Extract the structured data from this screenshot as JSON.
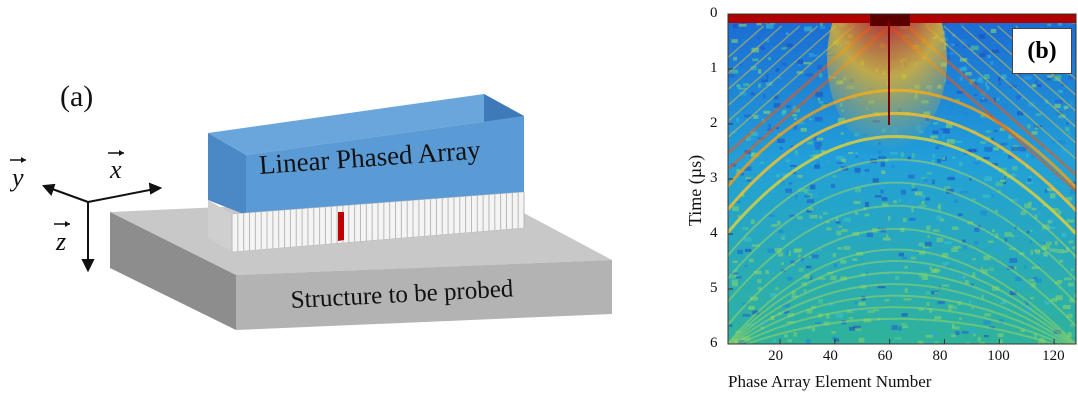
{
  "panel_a": {
    "label": "(a)",
    "array_label": "Linear Phased Array",
    "structure_label": "Structure to be probed",
    "axes": {
      "x": "x",
      "y": "y",
      "z": "z"
    },
    "colors": {
      "array_front": "#5b9bd5",
      "array_top": "#6aa6dc",
      "array_side": "#3f7ab8",
      "plate_top": "#c8c8c8",
      "plate_front": "#b3b3b3",
      "plate_side": "#8d8d8d",
      "highlight_element": "#c00000"
    }
  },
  "panel_b": {
    "label": "(b)",
    "xlabel": "Phase Array Element Number",
    "ylabel": "Time (µs)",
    "xticks": [
      "20",
      "40",
      "60",
      "80",
      "100",
      "120"
    ],
    "yticks": [
      "0",
      "1",
      "2",
      "3",
      "4",
      "5",
      "6"
    ]
  },
  "chart_data": {
    "type": "heatmap",
    "xlabel": "Phase Array Element Number",
    "ylabel": "Time (µs)",
    "xlim": [
      1,
      128
    ],
    "ylim": [
      0,
      6
    ],
    "y_inverted": true,
    "colormap": "jet",
    "xticks": [
      20,
      40,
      60,
      80,
      100,
      120
    ],
    "yticks": [
      0,
      1,
      2,
      3,
      4,
      5,
      6
    ],
    "features": [
      {
        "kind": "strong_band",
        "time_us": 0.05
      },
      {
        "kind": "v_apex",
        "element": 60,
        "time_us": 0.05
      },
      {
        "kind": "vertical_streak",
        "element": 60,
        "time_range_us": [
          0.1,
          2.0
        ]
      }
    ]
  }
}
